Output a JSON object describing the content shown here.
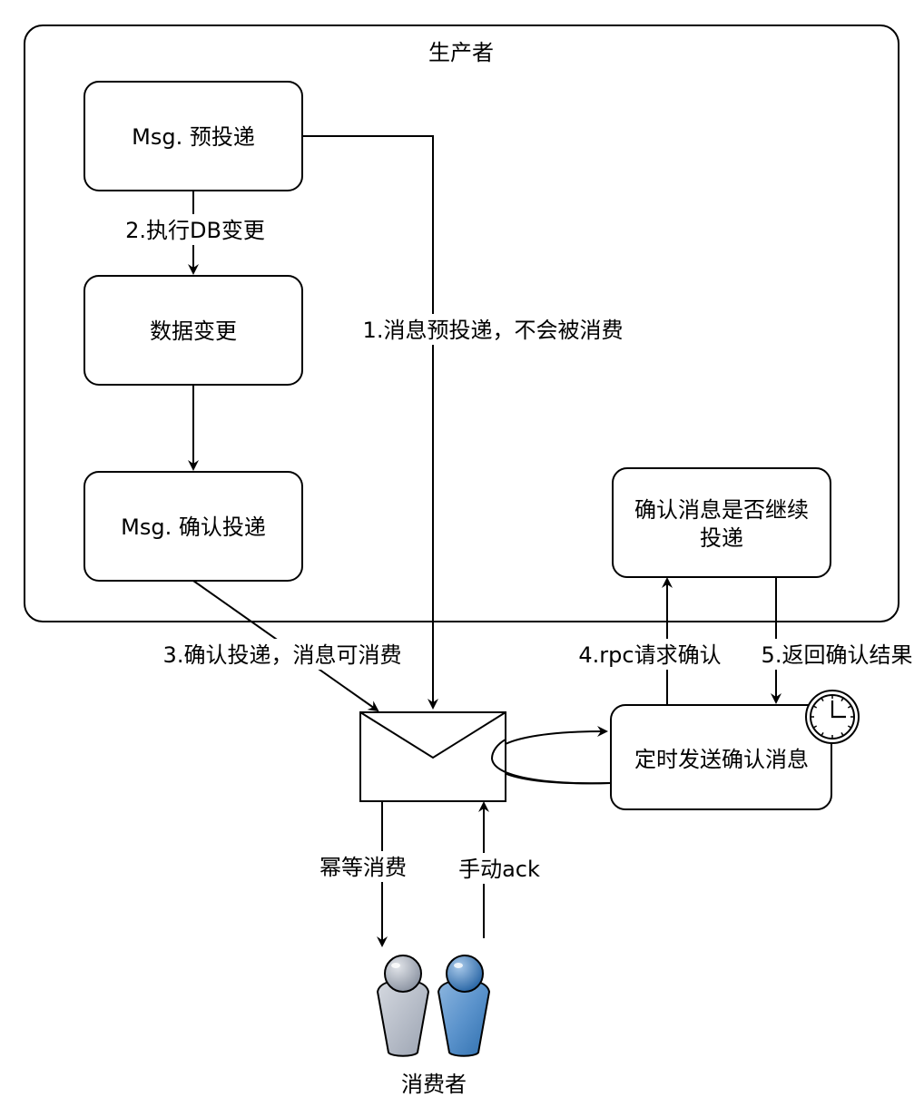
{
  "producer": {
    "title": "生产者",
    "nodes": {
      "pre_deliver": "Msg. 预投递",
      "data_change": "数据变更",
      "confirm_deliver": "Msg. 确认投递",
      "check_continue_line1": "确认消息是否继续",
      "check_continue_line2": "投递"
    }
  },
  "timer_node": {
    "label": "定时发送确认消息",
    "icon": "clock-icon"
  },
  "message_node": {
    "icon": "envelope-icon"
  },
  "consumer": {
    "label": "消费者",
    "icon": "users-icon"
  },
  "edges": {
    "step1": "1.消息预投递，不会被消费",
    "step2": "2.执行DB变更",
    "step3": "3.确认投递，消息可消费",
    "step4": "4.rpc请求确认",
    "step5": "5.返回确认结果",
    "consume": "幂等消费",
    "ack": "手动ack"
  },
  "colors": {
    "stroke": "#000000",
    "consumer_gray": "#a9b0bd",
    "consumer_blue": "#3f7fbf"
  }
}
